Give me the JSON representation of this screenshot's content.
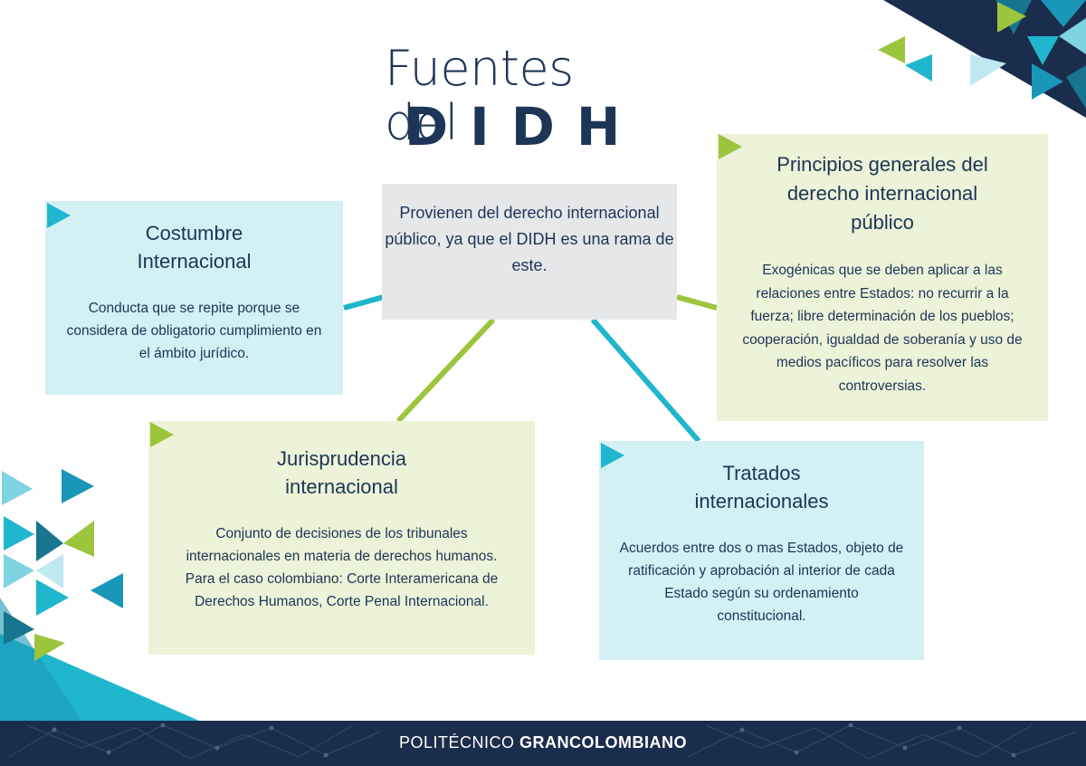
{
  "title": {
    "line1": "Fuentes del",
    "line2": "DIDH"
  },
  "center": {
    "text": "Provienen del derecho internacional público, ya que el DIDH es una rama de este."
  },
  "nodes": {
    "costumbre": {
      "title": "Costumbre Internacional",
      "body": "Conducta que se repite porque se considera de obligatorio cumplimiento en el ámbito jurídico."
    },
    "principios": {
      "title": "Principios generales del derecho internacional público",
      "body": "Exogénicas que se deben aplicar a las relaciones entre Estados: no recurrir a la fuerza; libre determinación de los pueblos; cooperación, igualdad de soberanía y uso de medios pacíficos para resolver las controversias."
    },
    "jurisprudencia": {
      "title": "Jurisprudencia internacional",
      "body": "Conjunto de decisiones de los tribunales internacionales en materia de derechos humanos. Para el caso colombiano: Corte Interamericana de Derechos Humanos, Corte Penal Internacional."
    },
    "tratados": {
      "title": "Tratados internacionales",
      "body": "Acuerdos entre dos o mas Estados, objeto de ratificación y aprobación al interior de cada Estado según su ordenamiento constitucional."
    }
  },
  "footer": {
    "light": "POLITÉCNICO ",
    "bold": "GRANCOLOMBIANO"
  },
  "colors": {
    "navy": "#1a2d4c",
    "teal": "#1fb6ce",
    "green": "#9bc53d",
    "light_teal_box": "#d3f0f4",
    "light_green_box": "#edf3d8",
    "grey_box": "#e6e7e9"
  }
}
